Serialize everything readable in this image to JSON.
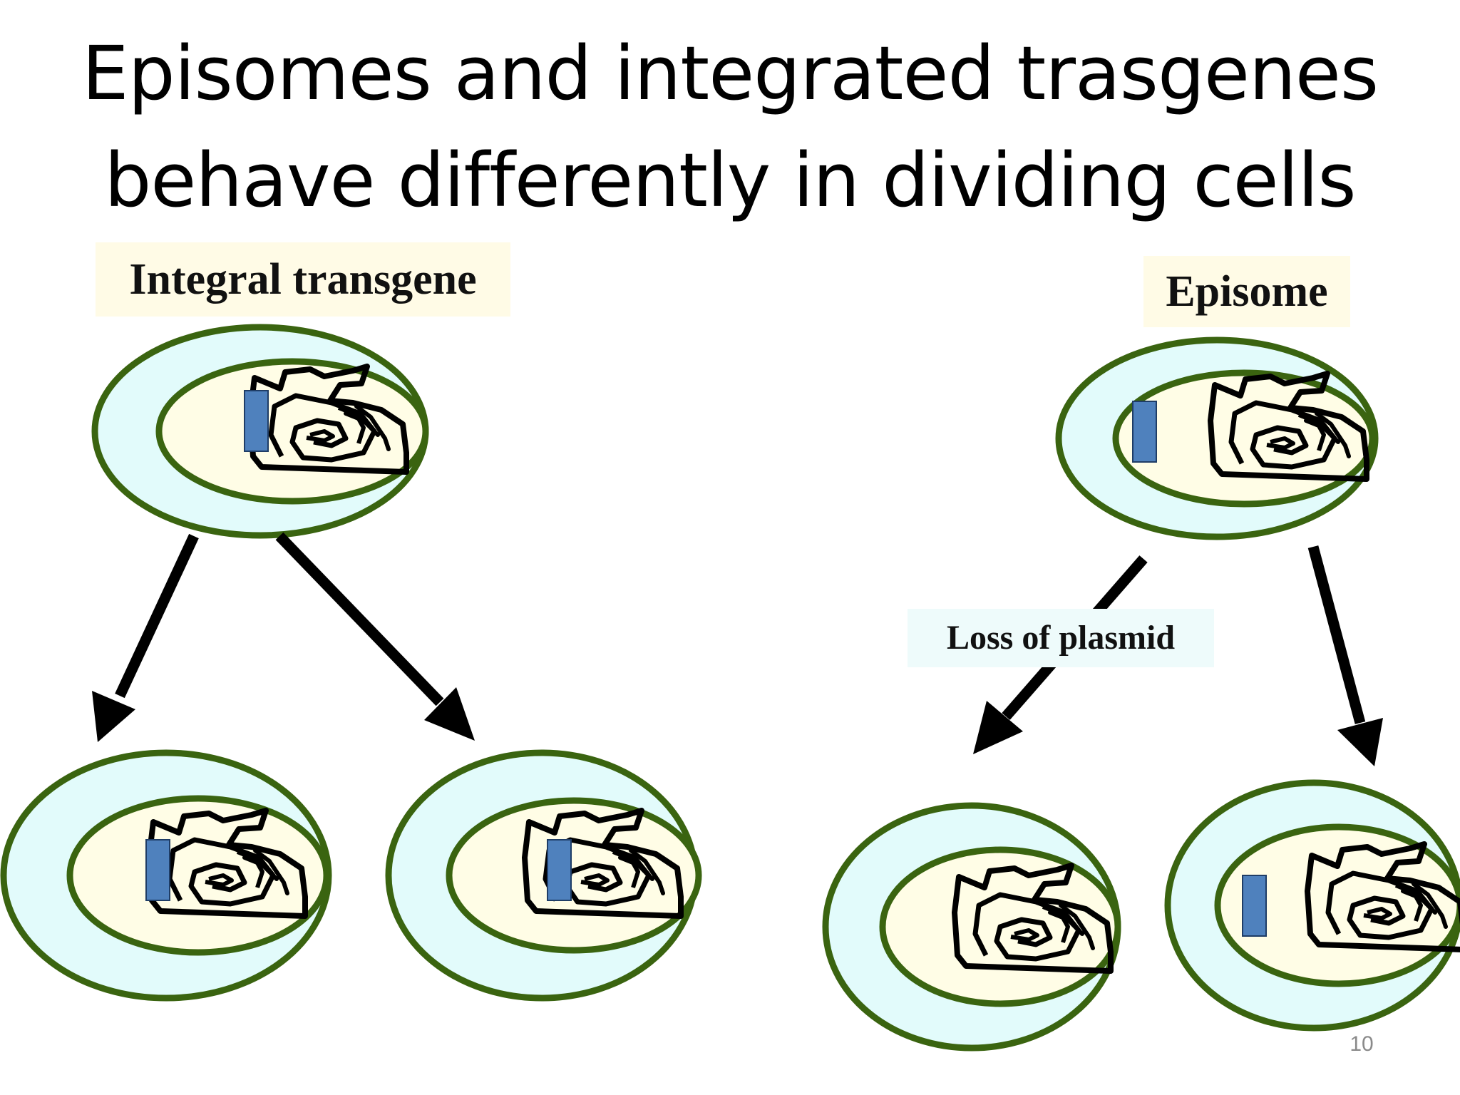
{
  "title": {
    "line1": "Episomes and integrated trasgenes",
    "line2": "behave  differently in dividing cells"
  },
  "labels": {
    "integral": "Integral transgene",
    "episome": "Episome",
    "loss": "Loss of plasmid"
  },
  "page_number": "10",
  "colors": {
    "cell_outline": "#3a6410",
    "cytoplasm": "#e2fbfb",
    "nucleus": "#fffde6",
    "transgene": "#4f81bd",
    "chromatin": "#000000"
  }
}
